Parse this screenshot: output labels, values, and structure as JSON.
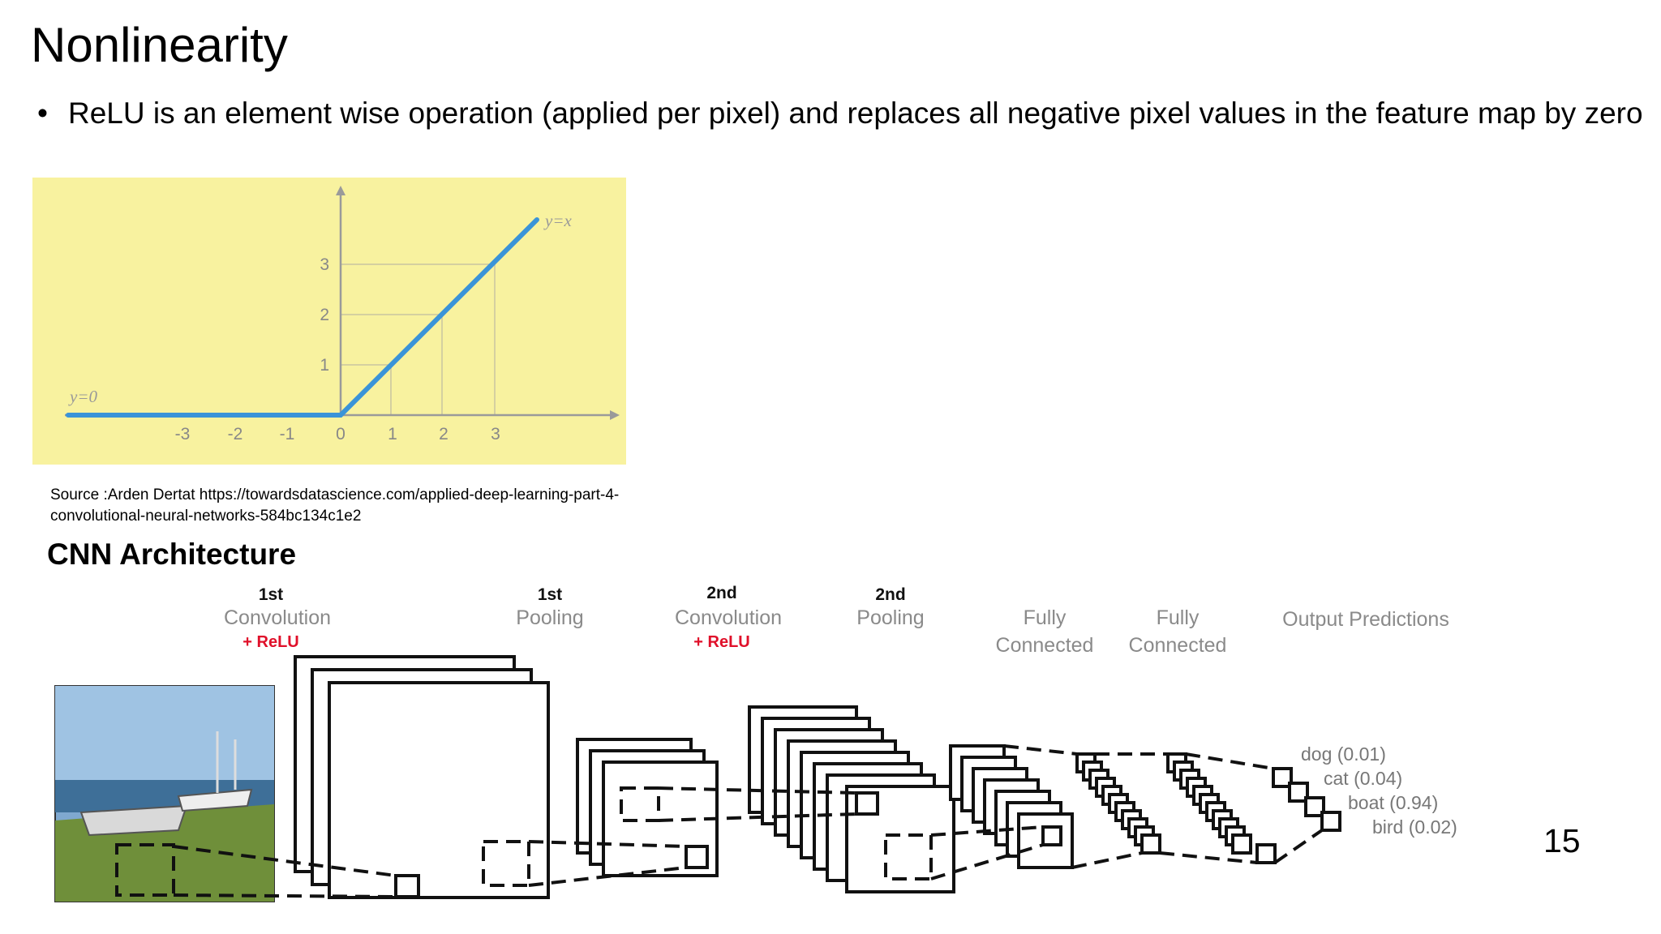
{
  "slide": {
    "title": "Nonlinearity",
    "bullet_symbol": "•",
    "bullet_text": "ReLU is an element wise operation (applied per pixel) and  replaces all negative pixel values in the feature map by zero",
    "source_text": "Source :Arden Dertat  https://towardsdatascience.com/applied-deep-learning-part-4-convolutional-neural-networks-584bc134c1e2",
    "cnn_title": "CNN Architecture",
    "page_number": "15"
  },
  "relu_graph": {
    "background": "#f8f29f",
    "line_color": "#3a94d8",
    "x_ticks": [
      "-3",
      "-2",
      "-1",
      "0",
      "1",
      "2",
      "3"
    ],
    "y_ticks": [
      "1",
      "2",
      "3"
    ],
    "left_label": "y=0",
    "right_label": "y=x"
  },
  "cnn_diagram": {
    "stage_labels": {
      "conv1_num": "1st",
      "conv1_name": "Convolution",
      "conv1_act": "+ ReLU",
      "pool1_num": "1st",
      "pool1_name": "Pooling",
      "conv2_num": "2nd",
      "conv2_name": "Convolution",
      "conv2_act": "+ ReLU",
      "pool2_num": "2nd",
      "pool2_name": "Pooling",
      "fc1_line1": "Fully",
      "fc1_line2": "Connected",
      "fc2_line1": "Fully",
      "fc2_line2": "Connected",
      "output": "Output Predictions"
    },
    "predictions": [
      "dog (0.01)",
      "cat (0.04)",
      "boat (0.94)",
      "bird (0.02)"
    ],
    "accent_red": "#e0102a"
  }
}
